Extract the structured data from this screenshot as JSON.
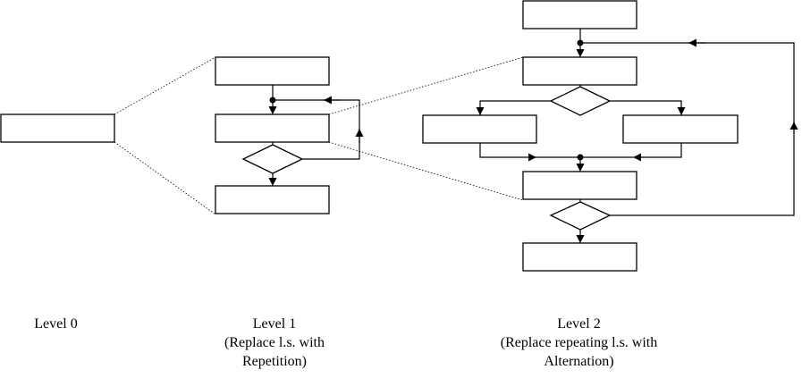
{
  "captions": {
    "level0": {
      "line1": "Level 0"
    },
    "level1": {
      "line1": "Level 1",
      "line2": "(Replace l.s. with",
      "line3": "Repetition)"
    },
    "level2": {
      "line1": "Level 2",
      "line2": "(Replace repeating l.s. with",
      "line3": "Alternation)"
    }
  },
  "colors": {
    "stroke": "#000000",
    "background": "#ffffff"
  }
}
